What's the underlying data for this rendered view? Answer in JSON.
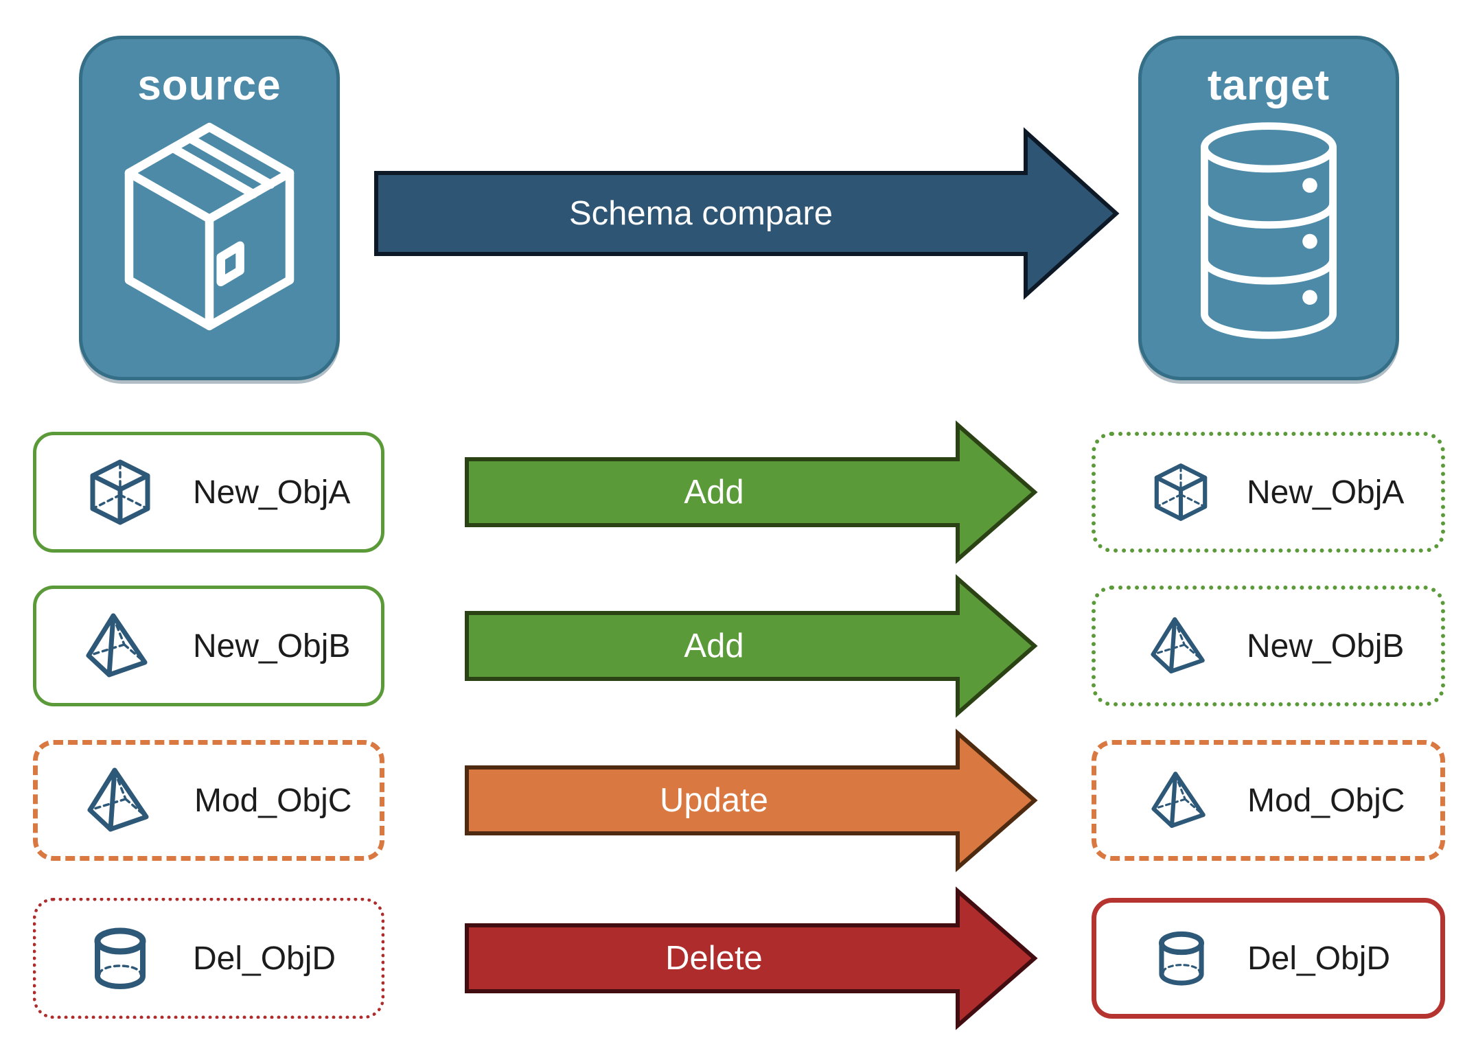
{
  "header": {
    "source_label": "source",
    "target_label": "target",
    "compare_arrow_label": "Schema compare",
    "source_icon": "package-icon",
    "target_icon": "database-icon"
  },
  "rows": [
    {
      "object_name": "New_ObjA",
      "action": "Add",
      "type": "add",
      "icon": "cube",
      "source_border": "green-solid",
      "target_border": "green-dotted"
    },
    {
      "object_name": "New_ObjB",
      "action": "Add",
      "type": "add",
      "icon": "pyramid",
      "source_border": "green-solid",
      "target_border": "green-dotted"
    },
    {
      "object_name": "Mod_ObjC",
      "action": "Update",
      "type": "update",
      "icon": "pyramid",
      "source_border": "orange-dashed",
      "target_border": "orange-dashed"
    },
    {
      "object_name": "Del_ObjD",
      "action": "Delete",
      "type": "delete",
      "icon": "cylinder",
      "source_border": "red-dotted",
      "target_border": "red-solid"
    }
  ],
  "colors": {
    "panel_blue": "#4C8AA8",
    "panel_border": "#346E87",
    "compare_navy": "#2E5573",
    "compare_navy_dark": "#0D1926",
    "add_green": "#5B9A38",
    "add_green_dark": "#2B4214",
    "update_orange": "#D97840",
    "update_orange_dark": "#4E2B10",
    "delete_red": "#AF2C2D",
    "delete_red_border": "#B5342F",
    "delete_red_dark": "#420D10",
    "icon_blue": "#2D5878"
  }
}
